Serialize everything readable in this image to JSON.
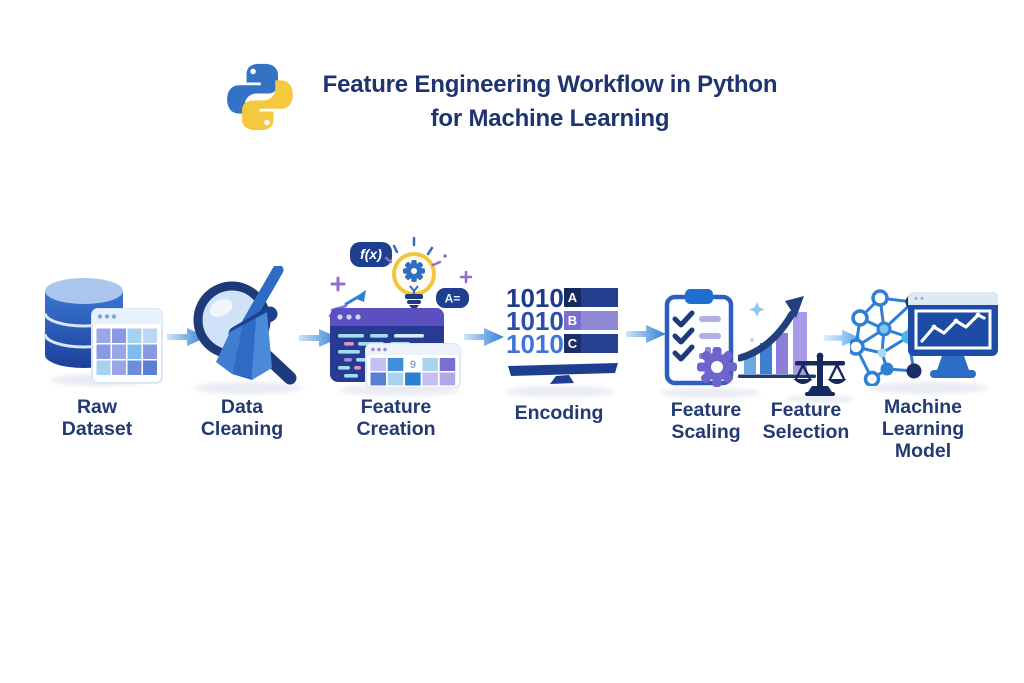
{
  "header": {
    "title_line1": "Feature Engineering Workflow in Python",
    "title_line2": "for Machine Learning",
    "logo": "python-logo"
  },
  "colors": {
    "title_navy": "#1e3470",
    "label_navy": "#233a72",
    "icon_navy": "#1e3a7a",
    "icon_blue": "#2e6fc0",
    "arrow_blue": "#2f7fd6",
    "accent_purple": "#6f63cc",
    "accent_light_purple": "#a89ae8",
    "bulb_yellow": "#f2c63c",
    "python_blue": "#3372c5",
    "python_yellow": "#f5c93f"
  },
  "steps": [
    {
      "name": "raw-dataset",
      "label": "Raw\nDataset",
      "icon": "database-table-icon"
    },
    {
      "name": "data-cleaning",
      "label": "Data\nCleaning",
      "icon": "magnifier-broom-icon"
    },
    {
      "name": "feature-creation",
      "label": "Feature\nCreation",
      "icon": "code-window-lightbulb-icon",
      "badge_fx": "f(x)",
      "badge_a": "A=",
      "table_cell": "9"
    },
    {
      "name": "encoding",
      "label": "Encoding",
      "icon": "binary-category-bars-icon",
      "binary_rows": [
        "1010",
        "1010",
        "1010"
      ],
      "category_labels": [
        "A",
        "B",
        "C"
      ]
    },
    {
      "name": "feature-scaling",
      "label": "Feature\nScaling",
      "icon": "clipboard-gear-chart-icon"
    },
    {
      "name": "feature-selection",
      "label": "Feature\nSelection",
      "icon": "balance-scale-icon"
    },
    {
      "name": "machine-learning-model",
      "label": "Machine\nLearning\nModel",
      "icon": "neural-network-monitor-icon"
    }
  ]
}
